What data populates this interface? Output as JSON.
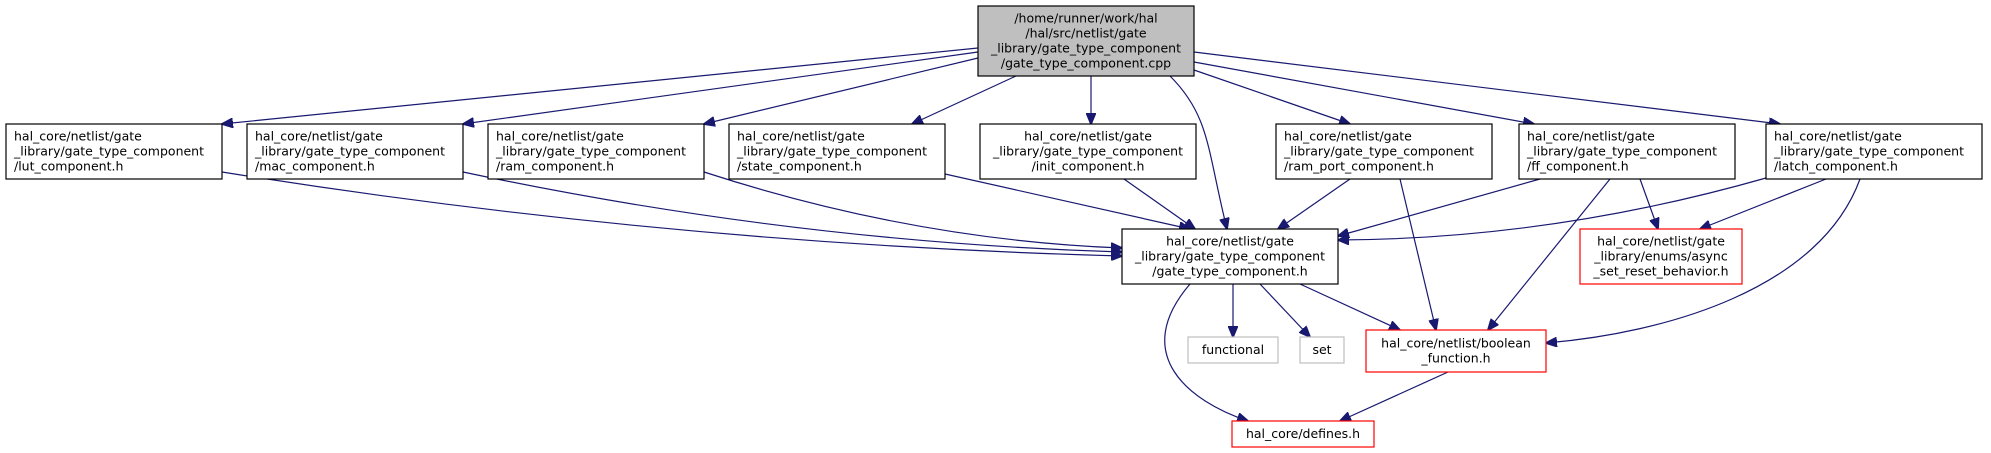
{
  "diagram": {
    "nodes": [
      {
        "id": "root",
        "lines": [
          "/home/runner/work/hal",
          "/hal/src/netlist/gate",
          "_library/gate_type_component",
          "/gate_type_component.cpp"
        ],
        "style": "focus"
      },
      {
        "id": "lut",
        "lines": [
          "hal_core/netlist/gate",
          "_library/gate_type_component",
          "/lut_component.h"
        ],
        "style": "normal"
      },
      {
        "id": "mac",
        "lines": [
          "hal_core/netlist/gate",
          "_library/gate_type_component",
          "/mac_component.h"
        ],
        "style": "normal"
      },
      {
        "id": "ram",
        "lines": [
          "hal_core/netlist/gate",
          "_library/gate_type_component",
          "/ram_component.h"
        ],
        "style": "normal"
      },
      {
        "id": "state",
        "lines": [
          "hal_core/netlist/gate",
          "_library/gate_type_component",
          "/state_component.h"
        ],
        "style": "normal"
      },
      {
        "id": "init",
        "lines": [
          "hal_core/netlist/gate",
          "_library/gate_type_component",
          "/init_component.h"
        ],
        "style": "normal"
      },
      {
        "id": "ramport",
        "lines": [
          "hal_core/netlist/gate",
          "_library/gate_type_component",
          "/ram_port_component.h"
        ],
        "style": "normal"
      },
      {
        "id": "ff",
        "lines": [
          "hal_core/netlist/gate",
          "_library/gate_type_component",
          "/ff_component.h"
        ],
        "style": "normal"
      },
      {
        "id": "latch",
        "lines": [
          "hal_core/netlist/gate",
          "_library/gate_type_component",
          "/latch_component.h"
        ],
        "style": "normal"
      },
      {
        "id": "gtc",
        "lines": [
          "hal_core/netlist/gate",
          "_library/gate_type_component",
          "/gate_type_component.h"
        ],
        "style": "normal"
      },
      {
        "id": "async",
        "lines": [
          "hal_core/netlist/gate",
          "_library/enums/async",
          "_set_reset_behavior.h"
        ],
        "style": "red"
      },
      {
        "id": "functional",
        "lines": [
          "functional"
        ],
        "style": "gray"
      },
      {
        "id": "set",
        "lines": [
          "set"
        ],
        "style": "gray"
      },
      {
        "id": "boolean",
        "lines": [
          "hal_core/netlist/boolean",
          "_function.h"
        ],
        "style": "red"
      },
      {
        "id": "defines",
        "lines": [
          "hal_core/defines.h"
        ],
        "style": "red"
      }
    ],
    "edges": [
      {
        "from": "root",
        "to": "lut"
      },
      {
        "from": "root",
        "to": "mac"
      },
      {
        "from": "root",
        "to": "ram"
      },
      {
        "from": "root",
        "to": "state"
      },
      {
        "from": "root",
        "to": "init"
      },
      {
        "from": "root",
        "to": "gtc"
      },
      {
        "from": "root",
        "to": "ramport"
      },
      {
        "from": "root",
        "to": "ff"
      },
      {
        "from": "root",
        "to": "latch"
      },
      {
        "from": "lut",
        "to": "gtc"
      },
      {
        "from": "mac",
        "to": "gtc"
      },
      {
        "from": "ram",
        "to": "gtc"
      },
      {
        "from": "state",
        "to": "gtc"
      },
      {
        "from": "init",
        "to": "gtc"
      },
      {
        "from": "ramport",
        "to": "gtc"
      },
      {
        "from": "ramport",
        "to": "boolean"
      },
      {
        "from": "ff",
        "to": "gtc"
      },
      {
        "from": "ff",
        "to": "async"
      },
      {
        "from": "ff",
        "to": "boolean"
      },
      {
        "from": "latch",
        "to": "gtc"
      },
      {
        "from": "latch",
        "to": "async"
      },
      {
        "from": "latch",
        "to": "boolean"
      },
      {
        "from": "gtc",
        "to": "defines"
      },
      {
        "from": "gtc",
        "to": "functional"
      },
      {
        "from": "gtc",
        "to": "set"
      },
      {
        "from": "gtc",
        "to": "boolean"
      },
      {
        "from": "boolean",
        "to": "defines"
      }
    ],
    "colors": {
      "edge": "#191970",
      "focus_fill": "#bfbfbf",
      "normal_border": "#000000",
      "red_border": "#ff0000",
      "gray_border": "#bfbfbf",
      "text": "#000000"
    }
  }
}
